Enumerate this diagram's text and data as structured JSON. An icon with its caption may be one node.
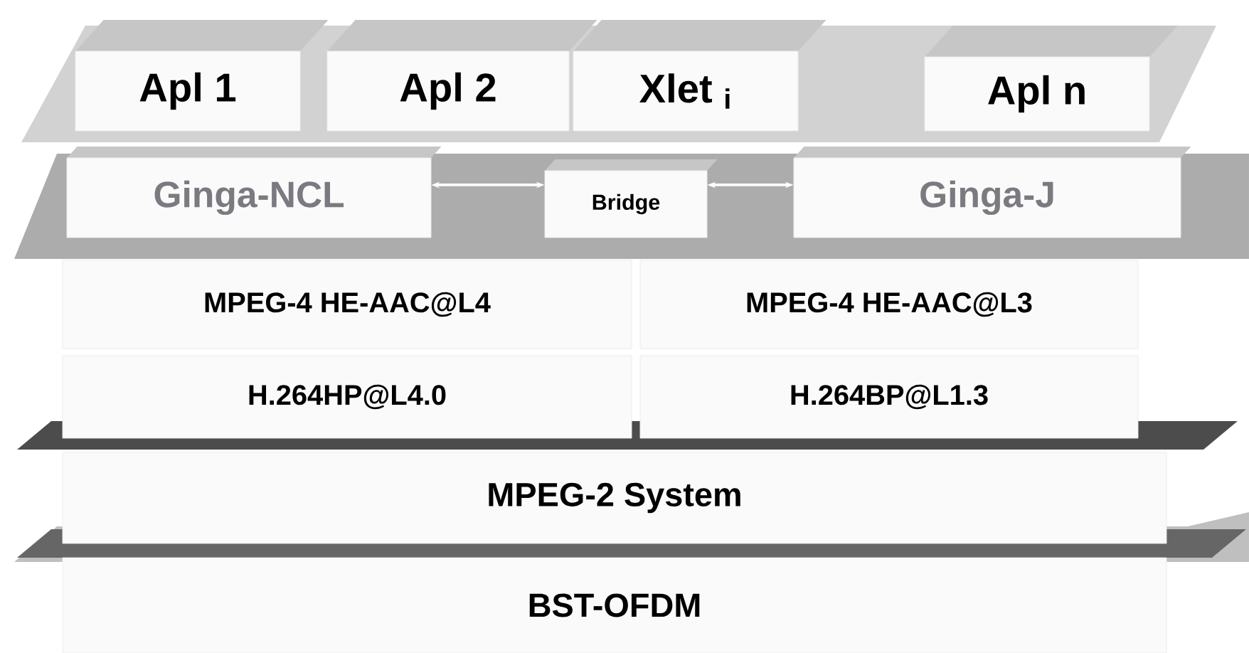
{
  "diagram": {
    "nodes": [
      {
        "text": [
          "Apl 1"
        ]
      },
      {
        "text": [
          "Apl 2"
        ]
      },
      {
        "text": [
          "Xlet $_{i}$"
        ]
      },
      {
        "text": [
          "Apl n"
        ]
      },
      {
        "text": [
          "Ginga-NCL"
        ]
      },
      {
        "text": [
          "Bridge"
        ]
      },
      {
        "text": [
          "Ginga-J"
        ]
      },
      {
        "text": [
          "MPEG-4 HE-AAC@L4"
        ]
      },
      {
        "text": [
          "MPEG-4 HE-AAC@L3"
        ]
      },
      {
        "text": [
          "H.264HP@L4.0"
        ]
      },
      {
        "text": [
          "H.264BP@L1.3"
        ]
      },
      {
        "text": [
          "MPEG-2 System"
        ]
      },
      {
        "text": [
          "BST-OFDM"
        ]
      }
    ],
    "edges": [
      {
        "from": 4,
        "to": 5,
        "arrow": "both"
      },
      {
        "from": 5,
        "to": 6,
        "arrow": "both"
      }
    ]
  }
}
